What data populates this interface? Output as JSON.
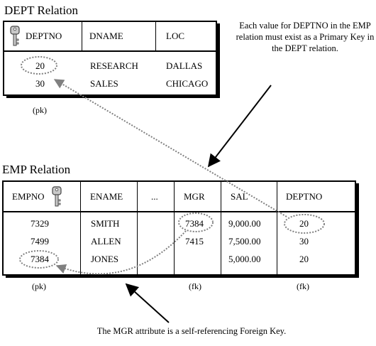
{
  "dept": {
    "title": "DEPT Relation",
    "headers": [
      "DEPTNO",
      "DNAME",
      "LOC"
    ],
    "rows": [
      [
        "20",
        "RESEARCH",
        "DALLAS"
      ],
      [
        "30",
        "SALES",
        "CHICAGO"
      ]
    ],
    "pk_label": "(pk)"
  },
  "emp": {
    "title": "EMP Relation",
    "headers": [
      "EMPNO",
      "ENAME",
      "...",
      "MGR",
      "SAL",
      "DEPTNO"
    ],
    "rows": [
      [
        "7329",
        "SMITH",
        "",
        "7384",
        "9,000.00",
        "20"
      ],
      [
        "7499",
        "ALLEN",
        "",
        "7415",
        "7,500.00",
        "30"
      ],
      [
        "7384",
        "JONES",
        "",
        "",
        "5,000.00",
        "20"
      ]
    ],
    "pk_label": "(pk)",
    "mgr_fk_label": "(fk)",
    "deptno_fk_label": "(fk)"
  },
  "notes": {
    "deptno_note": "Each value for DEPTNO in the EMP relation must exist as a Primary Key in the DEPT relation.",
    "mgr_note": "The MGR attribute is a self-referencing Foreign Key."
  }
}
